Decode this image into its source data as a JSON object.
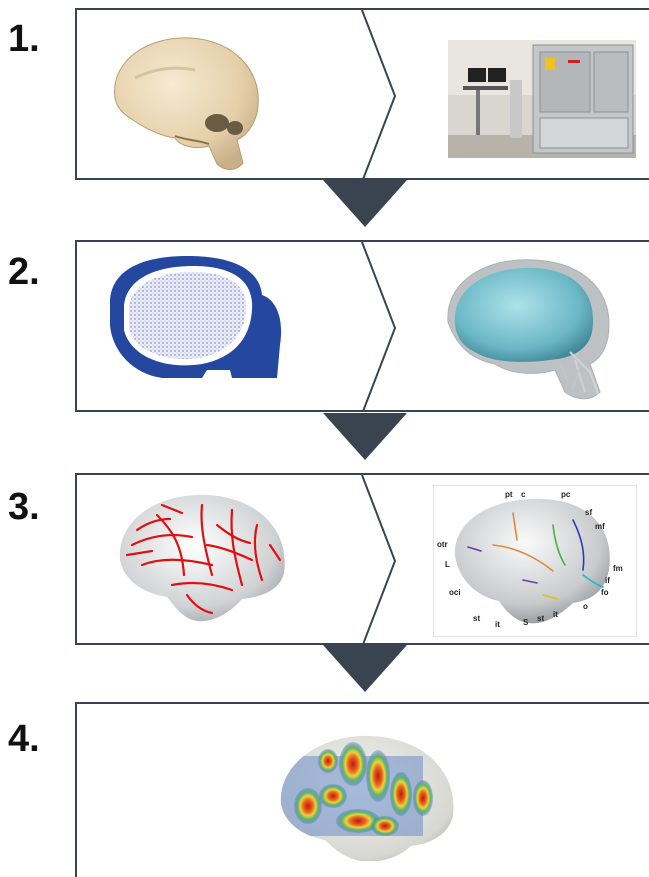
{
  "steps": [
    {
      "number": "1."
    },
    {
      "number": "2."
    },
    {
      "number": "3."
    },
    {
      "number": "4."
    }
  ],
  "sulci_labels": [
    "pt",
    "c",
    "pc",
    "sf",
    "mf",
    "otr",
    "L",
    "fm",
    "if",
    "fo",
    "o",
    "oci",
    "st",
    "it",
    "S",
    "st",
    "it"
  ],
  "colors": {
    "frame": "#3a4350",
    "skull_bone": "#ead8b6",
    "endocast_mask": "#2448a0",
    "endocast_cyan": "#7cc3cf",
    "sulci_red": "#e01010"
  }
}
